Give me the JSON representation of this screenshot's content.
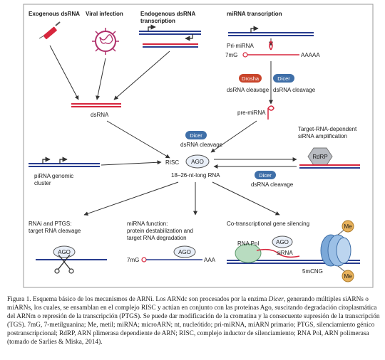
{
  "figure": {
    "sources": {
      "exogenous": "Exogenous dsRNA",
      "viral": "Viral infection",
      "endogenous_1": "Endogenous dsRNA",
      "endogenous_2": "transcription",
      "mirna_tx": "miRNA transcription"
    },
    "mirna_path": {
      "pri": "Pri-miRNA",
      "cap": "7mG",
      "polya": "AAAAA",
      "drosha": "Drosha",
      "dicer": "Dicer",
      "drosha_cleavage": "dsRNA cleavage",
      "dicer_cleavage": "dsRNA cleavage",
      "pre": "pre-miRNA"
    },
    "dsrna": "dsRNA",
    "risc_dicer": "Dicer",
    "risc_dicer_cleavage": "dsRNA cleavage",
    "risc": "RISC",
    "ago": "AGO",
    "length": "18–26-nt-long RNA",
    "pirna_1": "piRNA genomic",
    "pirna_2": "cluster",
    "target_1": "Target-RNA-dependent",
    "target_2": "siRNA amplification",
    "rdrp": "RdRP",
    "dicer_lower": "Dicer",
    "dicer_lower_cleavage": "dsRNA cleavage",
    "outcomes": {
      "rnai_1": "RNAi and PTGS:",
      "rnai_2": "target RNA cleavage",
      "mirna_1": "miRNA function:",
      "mirna_2": "protein destabilization and",
      "mirna_3": "target RNA degradation",
      "mirna_cap": "7mG",
      "mirna_polya": "AAA",
      "cotx": "Co-transcriptional gene silencing",
      "rna_pol": "RNA Pol",
      "sirna": "siRNA",
      "me": "Me",
      "methyl": "5mCNG"
    },
    "colors": {
      "strand_red": "#d7263d",
      "strand_blue": "#283c8e",
      "drosha": "#c9452b",
      "dicer": "#3f6fa8",
      "ago": "#e9eff8",
      "rdrp": "#b9bcc2",
      "virus": "#b0306b",
      "nucleosome": "#7ba8d8",
      "me": "#e7b15b",
      "panel_border": "#9a9a9a"
    }
  },
  "caption": {
    "p1": "Figura 1. Esquema básico de los mecanismos de ARNi. Los ARNdc son procesados por la enzima ",
    "p1_it": "Dicer",
    "p2": ", generando múltiples siARNs o miARNs, los cuales, se ensamblan en el complejo RISC y actúan en conjunto con las proteínas Ago, suscitando degradación citoplasmática del ARNm o represión de la transcripción (PTGS). Se puede dar modificación de la cromatina y la consecuente supresión de la transcripción (TGS). 7mG, 7-metilguanina; Me, metil; miRNA; microARN; nt, nucleótido; pri-miRNA, miARN primario; PTGS, silenciamiento génico postranscripcional; RdRP, ARN plimerasa dependiente de ARN; RISC, complejo inductor de silenciamiento; RNA Pol, ARN polimerasa (tomado de Sarlies & Miska, 2014)."
  }
}
